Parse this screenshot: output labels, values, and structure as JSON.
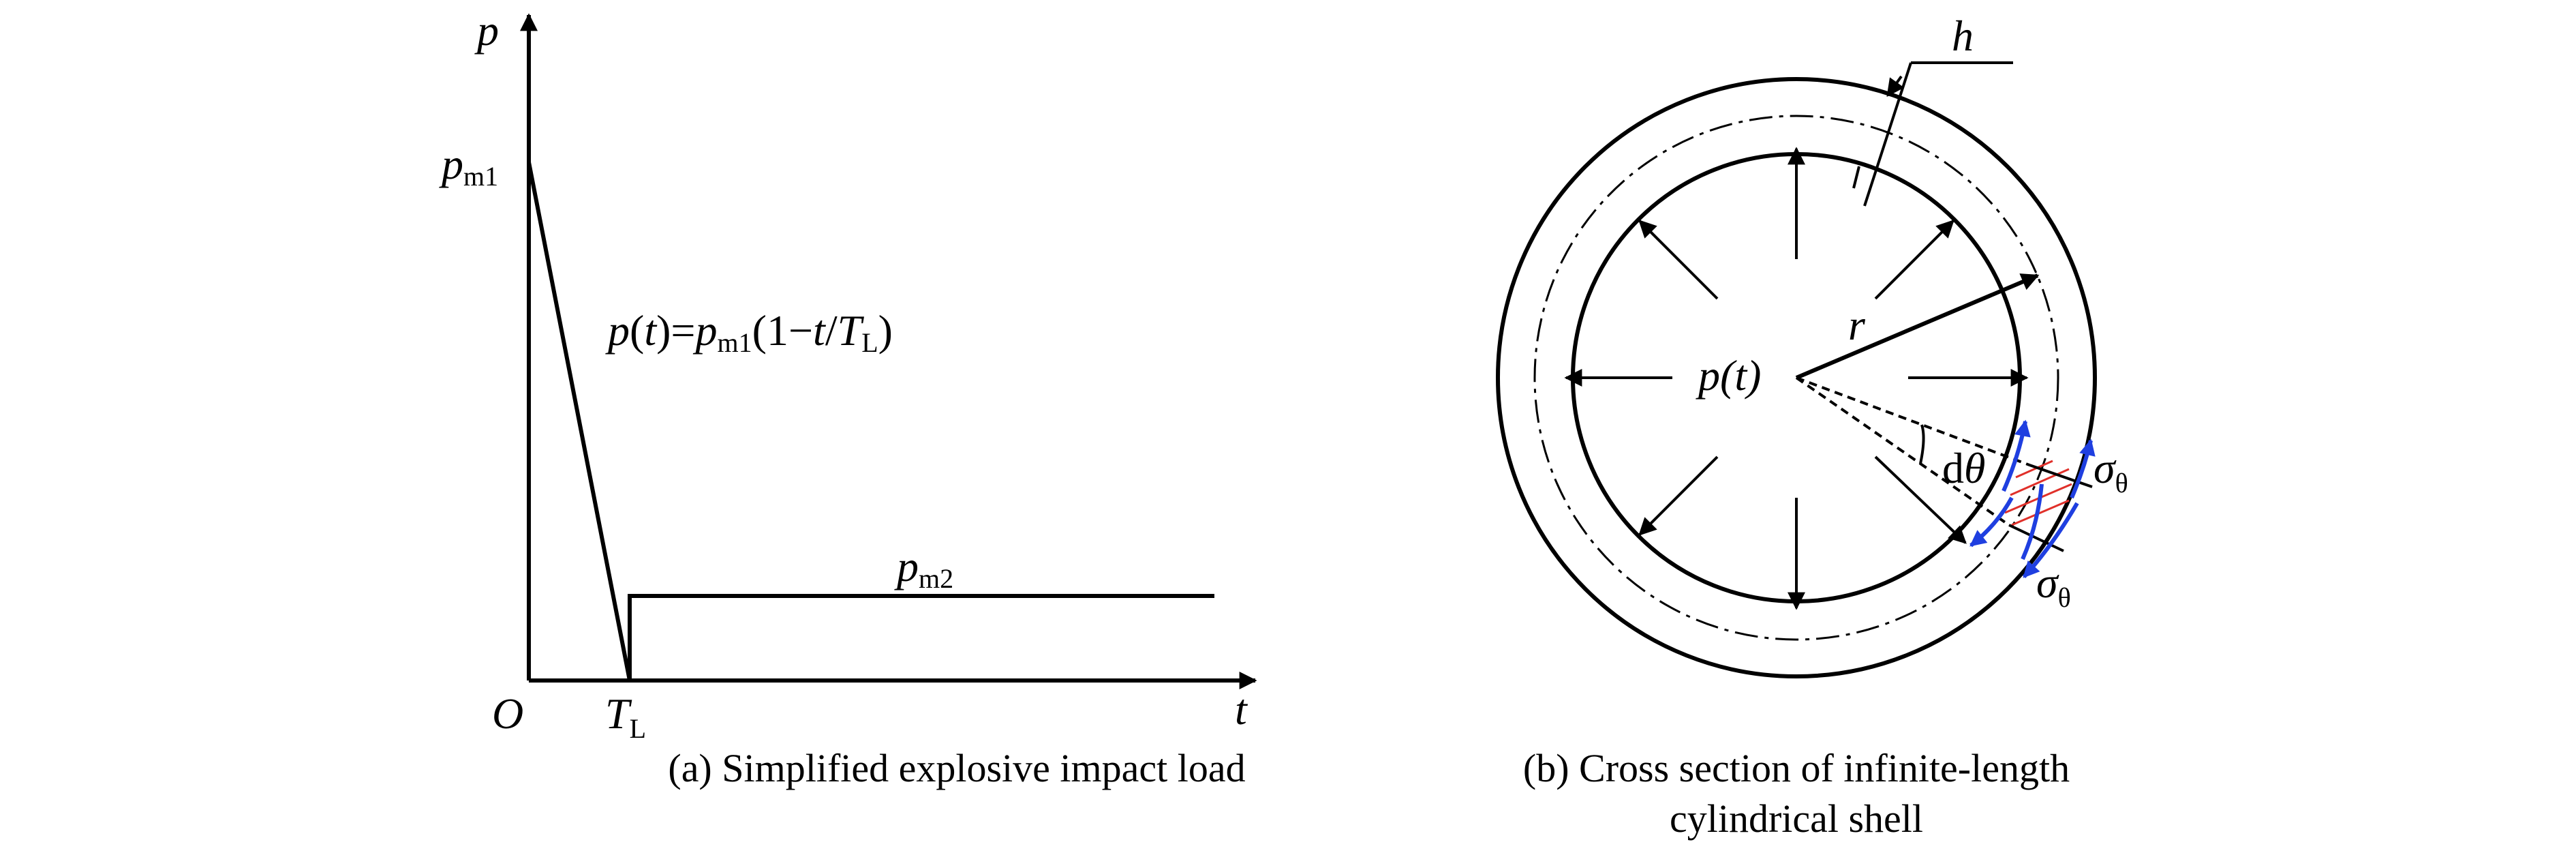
{
  "panel_a": {
    "axis_y_label": "p",
    "axis_x_label": "t",
    "origin_label": "O",
    "peak_label_main": "p",
    "peak_label_sub": "m1",
    "tl_label_main": "T",
    "tl_label_sub": "L",
    "pm2_label_main": "p",
    "pm2_label_sub": "m2",
    "equation": {
      "p": "p",
      "paren_open": "(",
      "t": "t",
      "eq": ")=",
      "p2": "p",
      "sub_m1": "m1",
      "body": "(1−",
      "t2": "t",
      "slash": "/",
      "T": "T",
      "sub_L": "L",
      "close": ")"
    },
    "caption": "(a) Simplified explosive impact load"
  },
  "panel_b": {
    "thickness_label": "h",
    "radius_label": "r",
    "pressure_label": "p(t)",
    "angle_label_d": "d",
    "angle_label_theta": "θ",
    "stress_label_main": "σ",
    "stress_label_sub": "θ",
    "caption_line1": "(b) Cross section of  infinite-length",
    "caption_line2": "cylindrical shell"
  },
  "colors": {
    "ink": "#000000",
    "stress_arrows": "#1f3fe0",
    "hatch": "#e0302a"
  }
}
